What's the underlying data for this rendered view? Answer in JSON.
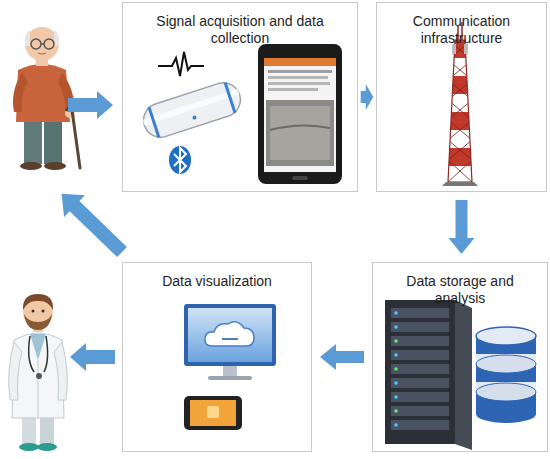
{
  "diagram": {
    "nodes": [
      {
        "text": [
          "Signal acquisition and data collection"
        ]
      },
      {
        "text": [
          "Communication infrastructure"
        ]
      },
      {
        "text": [
          "Data visualization"
        ]
      },
      {
        "text": [
          "Data storage and analysis"
        ]
      }
    ],
    "edges": [
      {
        "from": 0,
        "to": 1,
        "arrow": "to"
      },
      {
        "from": 1,
        "to": 3,
        "arrow": "to"
      },
      {
        "from": 3,
        "to": 2,
        "arrow": "to"
      }
    ]
  }
}
